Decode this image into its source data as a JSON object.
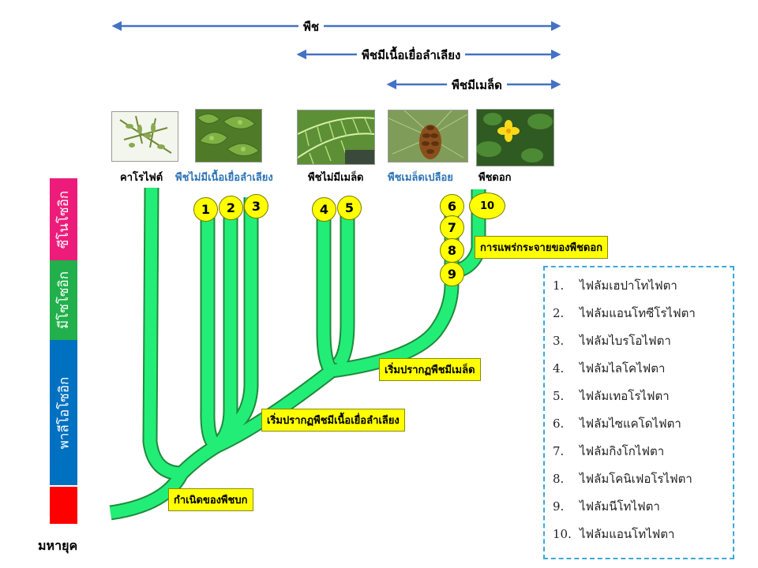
{
  "headers": {
    "plants": "พืช",
    "vascular": "พืชมีเนื้อเยื่อลำเลียง",
    "seed": "พืชมีเมล็ด"
  },
  "groups": [
    {
      "label": "คาโรไฟต์",
      "color": "#000000"
    },
    {
      "label": "พืชไม่มีเนื้อเยื่อลำเลียง",
      "color": "#2e74b5"
    },
    {
      "label": "พืชไม่มีเมล็ด",
      "color": "#000000"
    },
    {
      "label": "พืชเมล็ดเปลือย",
      "color": "#2e74b5"
    },
    {
      "label": "พืชดอก",
      "color": "#000000"
    }
  ],
  "photos": [
    "charophyte-photo",
    "liverwort-photo",
    "fern-photo",
    "pine-cone-photo",
    "flower-photo"
  ],
  "eras": {
    "title": "มหายุค",
    "items": [
      {
        "label": "ซีโนโซอิก",
        "color": "#ed1c7b"
      },
      {
        "label": "มีโซโซอิก",
        "color": "#21b04b"
      },
      {
        "label": "พาลีโอโซอิก",
        "color": "#0070c0"
      },
      {
        "label": "",
        "color": "#ff0000"
      }
    ]
  },
  "callouts": {
    "origin": "กำเนิดของพืชบก",
    "vascular_start": "เริ่มปรากฏพืชมีเนื้อเยื่อลำเลียง",
    "seed_start": "เริ่มปรากฏพืชมีเมล็ด",
    "flower_spread": "การแพร่กระจายของพืชดอก"
  },
  "markers": [
    "1",
    "2",
    "3",
    "4",
    "5",
    "6",
    "7",
    "8",
    "9",
    "10"
  ],
  "legend": [
    {
      "n": "1.",
      "label": "ไฟลัมเฮปาโทไฟตา"
    },
    {
      "n": "2.",
      "label": "ไฟลัมแอนโทซีโรไฟตา"
    },
    {
      "n": "3.",
      "label": "ไฟลัมไบรโอไฟตา"
    },
    {
      "n": "4.",
      "label": "ไฟลัมไลโคไฟตา"
    },
    {
      "n": "5.",
      "label": "ไฟลัมเทอโรไฟตา"
    },
    {
      "n": "6.",
      "label": "ไฟลัมไซแคโดไฟตา"
    },
    {
      "n": "7.",
      "label": "ไฟลัมกิงโกไฟตา"
    },
    {
      "n": "8.",
      "label": "ไฟลัมโคนิเฟอโรไฟตา"
    },
    {
      "n": "9.",
      "label": "ไฟลัมนีโทไฟตา"
    },
    {
      "n": "10.",
      "label": "ไฟลัมแอนโทไฟตา"
    }
  ],
  "colors": {
    "branch": "#22ee77",
    "branch_outline": "#1f8a3c",
    "arrow": "#4472c4",
    "callout": "#ffff00",
    "legend_border": "#39a9d8"
  }
}
